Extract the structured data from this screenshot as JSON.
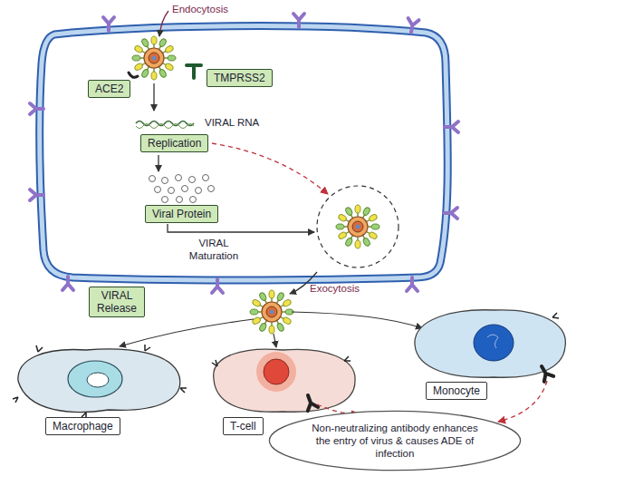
{
  "diagram": {
    "nodes": [
      {
        "text": [
          "ACE2"
        ]
      },
      {
        "text": [
          "TMPRSS2"
        ]
      },
      {
        "text": [
          "Replication"
        ]
      },
      {
        "text": [
          "Viral Protein"
        ]
      },
      {
        "text": [
          "VIRAL Release"
        ]
      },
      {
        "text": [
          "Macrophage"
        ]
      },
      {
        "text": [
          "T-cell"
        ]
      },
      {
        "text": [
          "Monocyte"
        ]
      },
      {
        "text": [
          "Non-neutralizing antibody enhances the entry of virus & causes ADE of infection"
        ]
      }
    ],
    "labels": [
      "Endocytosis",
      "VIRAL RNA",
      "VIRAL Maturation",
      "Exocytosis"
    ]
  }
}
